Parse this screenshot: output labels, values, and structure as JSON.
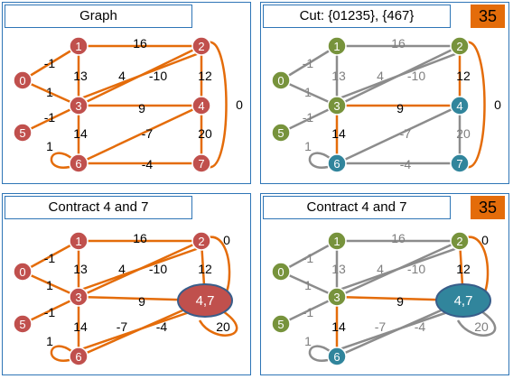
{
  "panels": [
    {
      "id": "graph",
      "title": "Graph",
      "cost": null,
      "nodes": [
        {
          "id": "0",
          "label": "0",
          "color": "#c0504d",
          "ellipse": false
        },
        {
          "id": "1",
          "label": "1",
          "color": "#c0504d",
          "ellipse": false
        },
        {
          "id": "2",
          "label": "2",
          "color": "#c0504d",
          "ellipse": false
        },
        {
          "id": "3",
          "label": "3",
          "color": "#c0504d",
          "ellipse": false
        },
        {
          "id": "4",
          "label": "4",
          "color": "#c0504d",
          "ellipse": false
        },
        {
          "id": "5",
          "label": "5",
          "color": "#c0504d",
          "ellipse": false
        },
        {
          "id": "6",
          "label": "6",
          "color": "#c0504d",
          "ellipse": false
        },
        {
          "id": "7",
          "label": "7",
          "color": "#c0504d",
          "ellipse": false
        }
      ],
      "edges": [
        {
          "from": "0",
          "to": "1",
          "color": "#e46c0a"
        },
        {
          "from": "0",
          "to": "3",
          "color": "#e46c0a"
        },
        {
          "from": "5",
          "to": "3",
          "color": "#e46c0a"
        },
        {
          "from": "1",
          "to": "2",
          "color": "#e46c0a"
        },
        {
          "from": "1",
          "to": "3",
          "color": "#e46c0a"
        },
        {
          "from": "3",
          "to": "2",
          "color": "#e46c0a"
        },
        {
          "from": "3",
          "to": "2",
          "color": "#e46c0a"
        },
        {
          "from": "2",
          "to": "4",
          "color": "#e46c0a"
        },
        {
          "from": "3",
          "to": "4",
          "color": "#e46c0a"
        },
        {
          "from": "3",
          "to": "6",
          "color": "#e46c0a"
        },
        {
          "from": "4",
          "to": "6",
          "color": "#e46c0a"
        },
        {
          "from": "4",
          "to": "7",
          "color": "#e46c0a"
        },
        {
          "from": "6",
          "to": "7",
          "color": "#e46c0a"
        },
        {
          "from": "2",
          "to": "7",
          "color": "#e46c0a",
          "curve": "right"
        },
        {
          "from": "6",
          "to": "6",
          "color": "#e46c0a",
          "loop": true
        }
      ],
      "labels": [
        "-1",
        "1",
        "-1",
        "16",
        "13",
        "4",
        "-10",
        "12",
        "9",
        "14",
        "-7",
        "20",
        "-4",
        "0",
        "1"
      ],
      "label_color": "#000000"
    },
    {
      "id": "cut",
      "title": "Cut: {01235}, {467}",
      "cost": "35",
      "nodes": [
        {
          "id": "0",
          "label": "0",
          "color": "#77933c",
          "ellipse": false
        },
        {
          "id": "1",
          "label": "1",
          "color": "#77933c",
          "ellipse": false
        },
        {
          "id": "2",
          "label": "2",
          "color": "#77933c",
          "ellipse": false
        },
        {
          "id": "3",
          "label": "3",
          "color": "#77933c",
          "ellipse": false
        },
        {
          "id": "4",
          "label": "4",
          "color": "#31859c",
          "ellipse": false
        },
        {
          "id": "5",
          "label": "5",
          "color": "#77933c",
          "ellipse": false
        },
        {
          "id": "6",
          "label": "6",
          "color": "#31859c",
          "ellipse": false
        },
        {
          "id": "7",
          "label": "7",
          "color": "#31859c",
          "ellipse": false
        }
      ],
      "edges": [
        {
          "from": "0",
          "to": "1",
          "color": "#8c8c8c"
        },
        {
          "from": "0",
          "to": "3",
          "color": "#8c8c8c"
        },
        {
          "from": "5",
          "to": "3",
          "color": "#8c8c8c"
        },
        {
          "from": "1",
          "to": "2",
          "color": "#8c8c8c"
        },
        {
          "from": "1",
          "to": "3",
          "color": "#8c8c8c"
        },
        {
          "from": "3",
          "to": "2",
          "color": "#8c8c8c"
        },
        {
          "from": "3",
          "to": "2",
          "color": "#8c8c8c"
        },
        {
          "from": "2",
          "to": "4",
          "color": "#e46c0a"
        },
        {
          "from": "3",
          "to": "4",
          "color": "#e46c0a"
        },
        {
          "from": "3",
          "to": "6",
          "color": "#e46c0a"
        },
        {
          "from": "4",
          "to": "6",
          "color": "#8c8c8c"
        },
        {
          "from": "4",
          "to": "7",
          "color": "#8c8c8c"
        },
        {
          "from": "6",
          "to": "7",
          "color": "#8c8c8c"
        },
        {
          "from": "2",
          "to": "7",
          "color": "#e46c0a",
          "curve": "right"
        },
        {
          "from": "6",
          "to": "6",
          "color": "#8c8c8c",
          "loop": true
        }
      ],
      "labels": [
        "-1",
        "1",
        "-1",
        "16",
        "13",
        "4",
        "-10",
        "12",
        "9",
        "14",
        "-7",
        "20",
        "-4",
        "0",
        "1"
      ],
      "label_color": "#000000",
      "muted_labels": [
        "-1",
        "1",
        "-1",
        "16",
        "13",
        "4",
        "-10",
        "-7",
        "20",
        "-4",
        "1"
      ]
    },
    {
      "id": "contract",
      "title": "Contract 4 and 7",
      "cost": null,
      "nodes": [
        {
          "id": "0",
          "label": "0",
          "color": "#c0504d",
          "ellipse": false
        },
        {
          "id": "1",
          "label": "1",
          "color": "#c0504d",
          "ellipse": false
        },
        {
          "id": "2",
          "label": "2",
          "color": "#c0504d",
          "ellipse": false
        },
        {
          "id": "3",
          "label": "3",
          "color": "#c0504d",
          "ellipse": false
        },
        {
          "id": "47",
          "label": "4,7",
          "color": "#c0504d",
          "ellipse": true
        },
        {
          "id": "5",
          "label": "5",
          "color": "#c0504d",
          "ellipse": false
        },
        {
          "id": "6",
          "label": "6",
          "color": "#c0504d",
          "ellipse": false
        }
      ],
      "edges": [
        {
          "from": "0",
          "to": "1",
          "color": "#e46c0a"
        },
        {
          "from": "0",
          "to": "3",
          "color": "#e46c0a"
        },
        {
          "from": "5",
          "to": "3",
          "color": "#e46c0a"
        },
        {
          "from": "1",
          "to": "2",
          "color": "#e46c0a"
        },
        {
          "from": "1",
          "to": "3",
          "color": "#e46c0a"
        },
        {
          "from": "3",
          "to": "2",
          "color": "#e46c0a"
        },
        {
          "from": "3",
          "to": "2",
          "color": "#e46c0a"
        },
        {
          "from": "2",
          "to": "47",
          "color": "#e46c0a"
        },
        {
          "from": "3",
          "to": "47",
          "color": "#e46c0a"
        },
        {
          "from": "3",
          "to": "6",
          "color": "#e46c0a"
        },
        {
          "from": "6",
          "to": "47",
          "color": "#e46c0a"
        },
        {
          "from": "6",
          "to": "47",
          "color": "#e46c0a"
        },
        {
          "from": "2",
          "to": "47",
          "color": "#e46c0a",
          "curve": "right"
        },
        {
          "from": "47",
          "to": "47",
          "color": "#e46c0a",
          "loop": true
        },
        {
          "from": "6",
          "to": "6",
          "color": "#e46c0a",
          "loop": true
        }
      ],
      "labels": [
        "-1",
        "1",
        "-1",
        "16",
        "13",
        "4",
        "-10",
        "12",
        "9",
        "14",
        "-7",
        "-4",
        "0",
        "20",
        "1"
      ],
      "label_color": "#000000"
    },
    {
      "id": "contract-cut",
      "title": "Contract 4 and 7",
      "cost": "35",
      "nodes": [
        {
          "id": "0",
          "label": "0",
          "color": "#77933c",
          "ellipse": false
        },
        {
          "id": "1",
          "label": "1",
          "color": "#77933c",
          "ellipse": false
        },
        {
          "id": "2",
          "label": "2",
          "color": "#77933c",
          "ellipse": false
        },
        {
          "id": "3",
          "label": "3",
          "color": "#77933c",
          "ellipse": false
        },
        {
          "id": "47",
          "label": "4,7",
          "color": "#31859c",
          "ellipse": true
        },
        {
          "id": "5",
          "label": "5",
          "color": "#77933c",
          "ellipse": false
        },
        {
          "id": "6",
          "label": "6",
          "color": "#31859c",
          "ellipse": false
        }
      ],
      "edges": [
        {
          "from": "0",
          "to": "1",
          "color": "#8c8c8c"
        },
        {
          "from": "0",
          "to": "3",
          "color": "#8c8c8c"
        },
        {
          "from": "5",
          "to": "3",
          "color": "#8c8c8c"
        },
        {
          "from": "1",
          "to": "2",
          "color": "#8c8c8c"
        },
        {
          "from": "1",
          "to": "3",
          "color": "#8c8c8c"
        },
        {
          "from": "3",
          "to": "2",
          "color": "#8c8c8c"
        },
        {
          "from": "3",
          "to": "2",
          "color": "#8c8c8c"
        },
        {
          "from": "2",
          "to": "47",
          "color": "#e46c0a"
        },
        {
          "from": "3",
          "to": "47",
          "color": "#e46c0a"
        },
        {
          "from": "3",
          "to": "6",
          "color": "#e46c0a"
        },
        {
          "from": "6",
          "to": "47",
          "color": "#8c8c8c"
        },
        {
          "from": "6",
          "to": "47",
          "color": "#8c8c8c"
        },
        {
          "from": "2",
          "to": "47",
          "color": "#e46c0a",
          "curve": "right"
        },
        {
          "from": "47",
          "to": "47",
          "color": "#8c8c8c",
          "loop": true
        },
        {
          "from": "6",
          "to": "6",
          "color": "#8c8c8c",
          "loop": true
        }
      ],
      "labels": [
        "-1",
        "1",
        "-1",
        "16",
        "13",
        "4",
        "-10",
        "12",
        "9",
        "14",
        "-7",
        "-4",
        "0",
        "20",
        "1"
      ],
      "label_color": "#000000",
      "muted_labels": [
        "-1",
        "1",
        "-1",
        "16",
        "13",
        "4",
        "-10",
        "-7",
        "-4",
        "20",
        "1"
      ]
    }
  ]
}
